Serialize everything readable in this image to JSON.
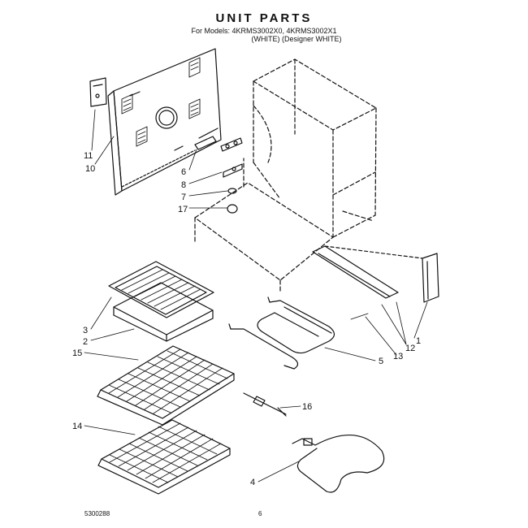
{
  "header": {
    "title": "UNIT PARTS",
    "models": "For Models: 4KRMS3002X0, 4KRMS3002X1",
    "design": "(WHITE)   (Designer WHITE)"
  },
  "callouts": [
    {
      "id": "c11",
      "label": "11"
    },
    {
      "id": "c10",
      "label": "10"
    },
    {
      "id": "c6",
      "label": "6"
    },
    {
      "id": "c8",
      "label": "8"
    },
    {
      "id": "c7",
      "label": "7"
    },
    {
      "id": "c17",
      "label": "17"
    },
    {
      "id": "c3",
      "label": "3"
    },
    {
      "id": "c2",
      "label": "2"
    },
    {
      "id": "c15",
      "label": "15"
    },
    {
      "id": "c14",
      "label": "14"
    },
    {
      "id": "c5",
      "label": "5"
    },
    {
      "id": "c13",
      "label": "13"
    },
    {
      "id": "c12",
      "label": "12"
    },
    {
      "id": "c1",
      "label": "1"
    },
    {
      "id": "c16",
      "label": "16"
    },
    {
      "id": "c4",
      "label": "4"
    }
  ],
  "footer": {
    "code": "5300288",
    "page": "6"
  }
}
